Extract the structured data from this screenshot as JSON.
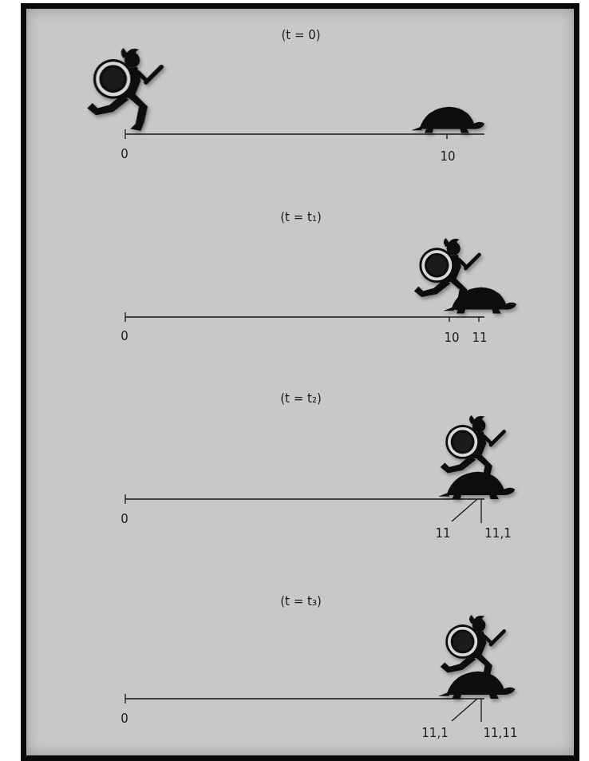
{
  "diagram": {
    "labels": [
      "(t = 0)",
      "0",
      "10",
      "(t = t₁)",
      "0",
      "10",
      "11",
      "(t = t₂)",
      "0",
      "11",
      "11,1",
      "(t = t₃)",
      "0",
      "11,1",
      "11,11"
    ]
  }
}
